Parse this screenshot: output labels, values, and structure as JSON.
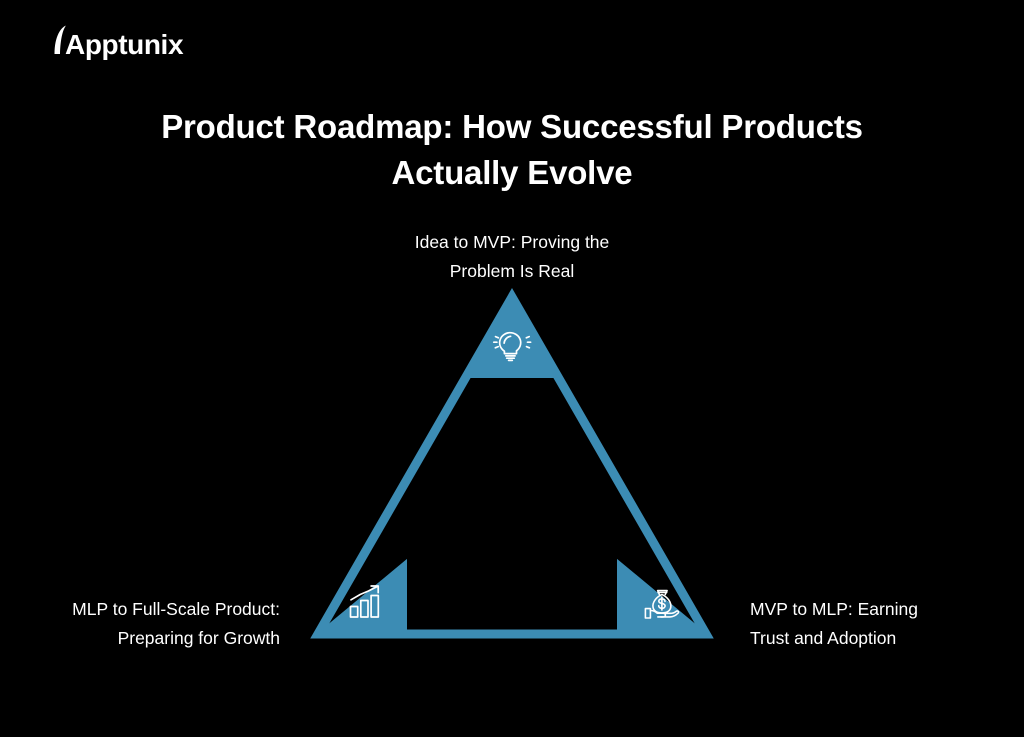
{
  "brand": {
    "name": "Apptunix",
    "logo_icon": "apptunix-arc-logo"
  },
  "header": {
    "title_line1": "Product Roadmap: How Successful Products",
    "title_line2": "Actually Evolve"
  },
  "colors": {
    "background": "#000000",
    "accent_blue": "#3C8CB4",
    "text": "#ffffff"
  },
  "diagram": {
    "type": "triangle-3-stage",
    "nodes": [
      {
        "id": "idea-to-mvp",
        "position": "top",
        "icon": "lightbulb-icon",
        "label_line1": "Idea to MVP: Proving the",
        "label_line2": "Problem Is Real"
      },
      {
        "id": "mlp-to-full-scale",
        "position": "bottom-left",
        "icon": "growth-bar-chart-icon",
        "label_line1": "MLP to Full-Scale Product:",
        "label_line2": "Preparing for Growth"
      },
      {
        "id": "mvp-to-mlp",
        "position": "bottom-right",
        "icon": "hand-money-bag-icon",
        "label_line1": "MVP to MLP: Earning",
        "label_line2": "Trust and Adoption"
      }
    ]
  }
}
